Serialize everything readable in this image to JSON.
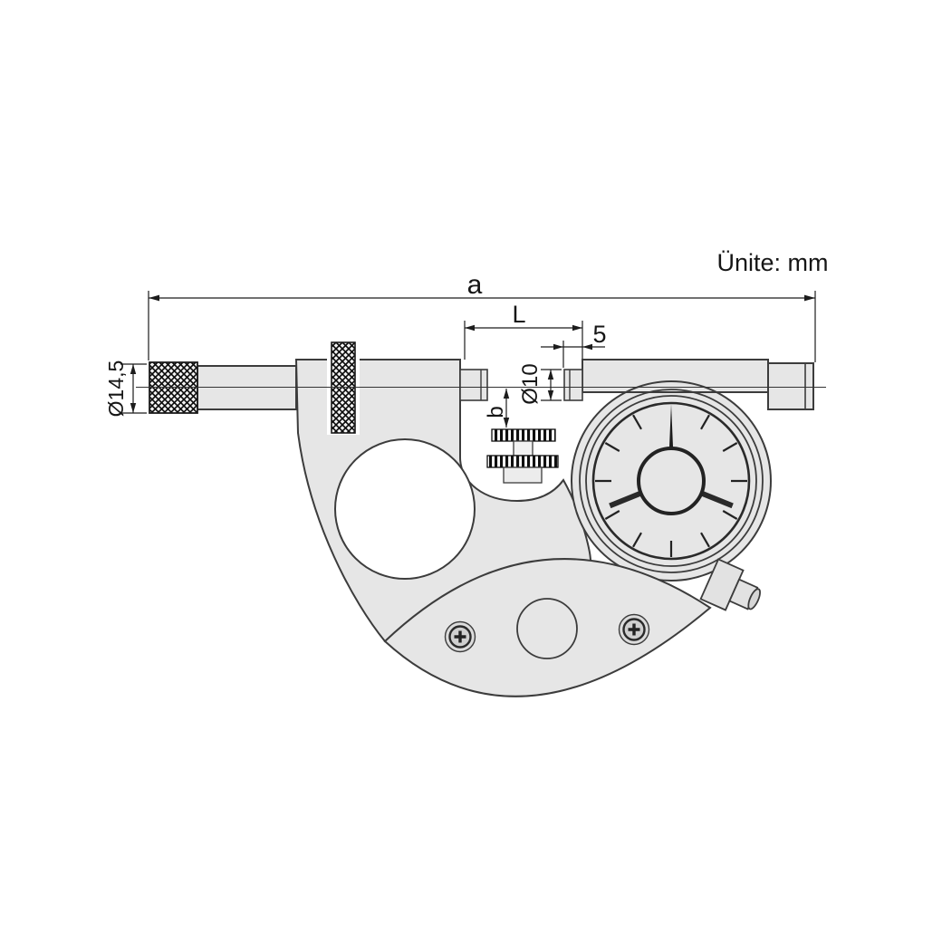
{
  "unit_note": "Ünite: mm",
  "diagram": {
    "type": "technical-drawing",
    "subject": "dial snap gauge side view with dimension callouts",
    "labels": {
      "overall_width": "a",
      "throat_depth": "L",
      "anvil_protrusion": "5",
      "anvil_diameter": "Ø10",
      "adjust_clearance": "b",
      "spindle_diameter": "Ø14,5"
    },
    "colors": {
      "background": "#ffffff",
      "body_fill": "#e6e6e6",
      "outline": "#3c3c3c",
      "dimension_lines": "#1c1c1c",
      "knurl": "#0a0a0a"
    }
  }
}
